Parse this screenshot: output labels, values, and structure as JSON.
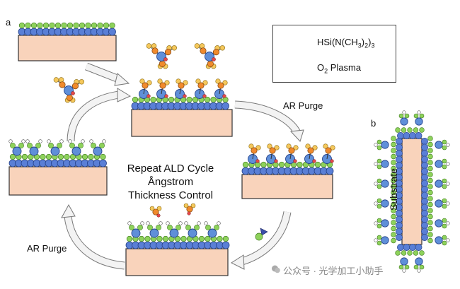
{
  "panels": {
    "a": "a",
    "b": "b"
  },
  "center_text": [
    "Repeat ALD Cycle",
    "Ångstrom",
    "Thickness Control"
  ],
  "purge_labels": {
    "right": "AR Purge",
    "left": "AR Purge"
  },
  "legend": {
    "precursor_parts": [
      "HSi(N(CH",
      "3",
      ")",
      "2",
      ")",
      "3"
    ],
    "plasma_parts": [
      "O",
      "2",
      " Plasma"
    ]
  },
  "substrate_label": "Substrate",
  "watermark": "公众号 · 光学加工小助手",
  "colors": {
    "substrate": "#f9d3bb",
    "substrate_atom": "#5a7fd6",
    "green_atom": "#8ed25b",
    "silicon": "#5f8fd9",
    "orange": "#f08a2c",
    "yellow": "#f5c85c",
    "red": "#e4484a",
    "arrow": "#f3f3f3",
    "arrow_stroke": "#777777"
  }
}
